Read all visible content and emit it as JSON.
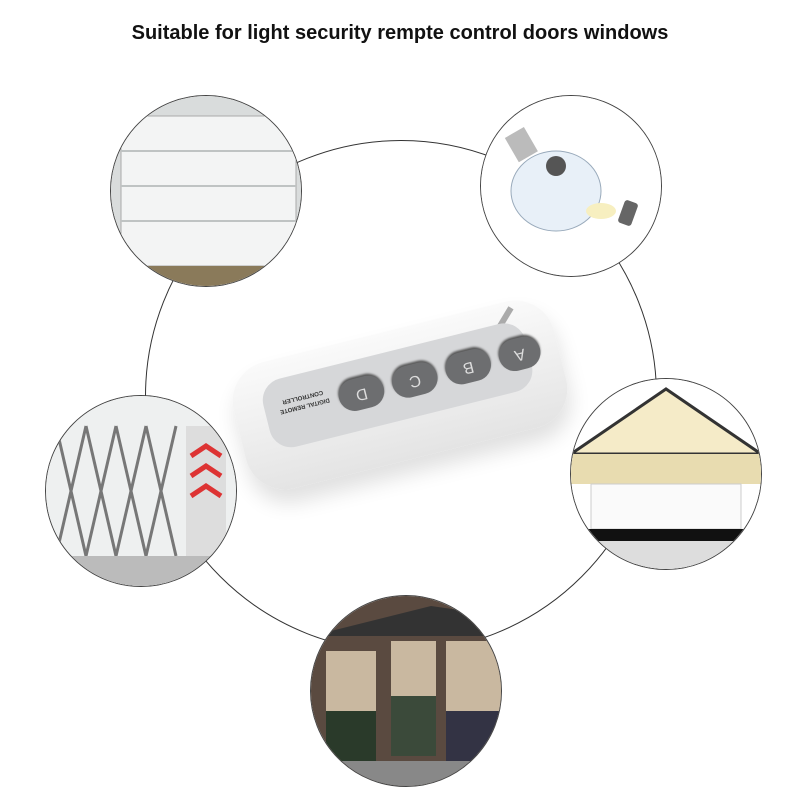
{
  "title": "Suitable for light security rempte control doors windows",
  "remote": {
    "label": "DIGITAL REMOTE CONTROLLER",
    "buttons": [
      "D",
      "C",
      "B",
      "A"
    ]
  },
  "scenes": [
    "garage-door",
    "light-bulb",
    "retractable-gate",
    "garage-house",
    "roller-shutter-windows"
  ]
}
